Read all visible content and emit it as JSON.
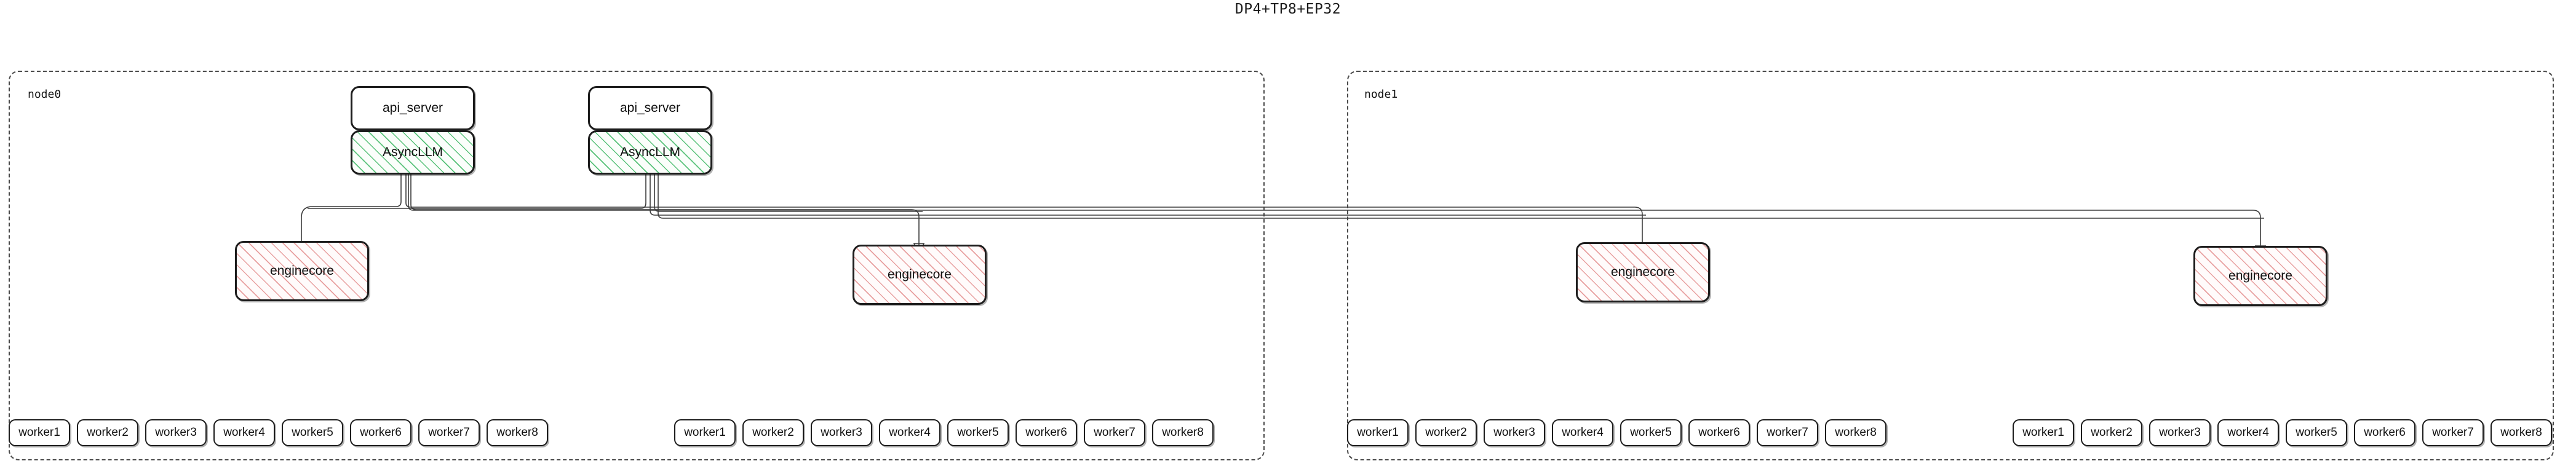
{
  "title": "DP4+TP8+EP32",
  "clusters": [
    {
      "id": "node0",
      "label": "node0"
    },
    {
      "id": "node1",
      "label": "node1"
    }
  ],
  "api_servers": [
    {
      "label": "api_server"
    },
    {
      "label": "api_server"
    }
  ],
  "async_llms": [
    {
      "label": "AsyncLLM"
    },
    {
      "label": "AsyncLLM"
    }
  ],
  "engine_cores": [
    {
      "label": "enginecore",
      "node": "node0"
    },
    {
      "label": "enginecore",
      "node": "node0"
    },
    {
      "label": "enginecore",
      "node": "node1"
    },
    {
      "label": "enginecore",
      "node": "node1"
    }
  ],
  "worker_groups": [
    {
      "node": "node0",
      "workers": [
        "worker1",
        "worker2",
        "worker3",
        "worker4",
        "worker5",
        "worker6",
        "worker7",
        "worker8"
      ]
    },
    {
      "node": "node0",
      "workers": [
        "worker1",
        "worker2",
        "worker3",
        "worker4",
        "worker5",
        "worker6",
        "worker7",
        "worker8"
      ]
    },
    {
      "node": "node1",
      "workers": [
        "worker1",
        "worker2",
        "worker3",
        "worker4",
        "worker5",
        "worker6",
        "worker7",
        "worker8"
      ]
    },
    {
      "node": "node1",
      "workers": [
        "worker1",
        "worker2",
        "worker3",
        "worker4",
        "worker5",
        "worker6",
        "worker7",
        "worker8"
      ]
    }
  ],
  "colors": {
    "async_hatch": "#59c27a",
    "engine_hatch": "#e8a0a0",
    "border": "#1d1d1d",
    "cluster_border": "#4a4a4a",
    "edge": "#3c3c3c",
    "background": "#ffffff"
  },
  "chart_data": {
    "type": "diagram",
    "title": "DP4+TP8+EP32",
    "nodes": [
      {
        "id": "node0",
        "type": "cluster",
        "label": "node0"
      },
      {
        "id": "node1",
        "type": "cluster",
        "label": "node1"
      },
      {
        "id": "api_server_0",
        "type": "api_server",
        "label": "api_server",
        "parent": "node0"
      },
      {
        "id": "async_llm_0",
        "type": "async_llm",
        "label": "AsyncLLM",
        "parent": "node0"
      },
      {
        "id": "api_server_1",
        "type": "api_server",
        "label": "api_server",
        "parent": "node0"
      },
      {
        "id": "async_llm_1",
        "type": "async_llm",
        "label": "AsyncLLM",
        "parent": "node0"
      },
      {
        "id": "enginecore_0",
        "type": "enginecore",
        "label": "enginecore",
        "parent": "node0"
      },
      {
        "id": "enginecore_1",
        "type": "enginecore",
        "label": "enginecore",
        "parent": "node0"
      },
      {
        "id": "enginecore_2",
        "type": "enginecore",
        "label": "enginecore",
        "parent": "node1"
      },
      {
        "id": "enginecore_3",
        "type": "enginecore",
        "label": "enginecore",
        "parent": "node1"
      }
    ],
    "edges": [
      {
        "from": "async_llm_0",
        "to": "enginecore_0"
      },
      {
        "from": "async_llm_0",
        "to": "enginecore_1"
      },
      {
        "from": "async_llm_0",
        "to": "enginecore_2"
      },
      {
        "from": "async_llm_0",
        "to": "enginecore_3"
      },
      {
        "from": "async_llm_1",
        "to": "enginecore_0"
      },
      {
        "from": "async_llm_1",
        "to": "enginecore_1"
      },
      {
        "from": "async_llm_1",
        "to": "enginecore_2"
      },
      {
        "from": "async_llm_1",
        "to": "enginecore_3"
      }
    ],
    "worker_count_per_enginecore": 8,
    "enginecore_count": 4,
    "node_count": 2
  }
}
